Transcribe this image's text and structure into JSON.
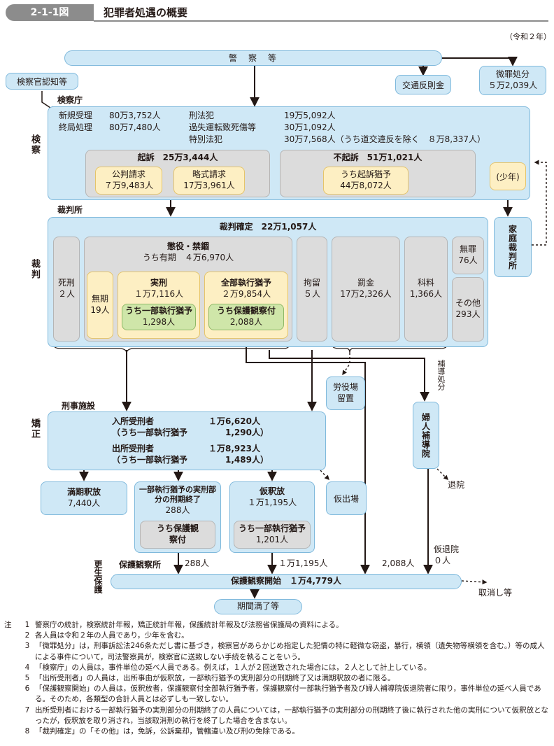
{
  "header": {
    "figure_no": "2-1-1図",
    "title": "犯罪者処遇の概要"
  },
  "era_note": "（令和２年）",
  "police": {
    "label": "警　察　等"
  },
  "traffic": {
    "label": "交通反則金"
  },
  "minor": {
    "title": "微罪処分",
    "value": "５万2,039人"
  },
  "prosecutor_recognition": {
    "label": "検察官認知等"
  },
  "prosecution": {
    "office_label": "検察庁",
    "side_label": "検察",
    "new_label": "新規受理",
    "new_value": "80万3,752人",
    "final_label": "終局処理",
    "final_value": "80万7,480人",
    "penal_label": "刑法犯",
    "penal_value": "19万5,092人",
    "negligent_label": "過失運転致死傷等",
    "negligent_value": "30万1,092人",
    "special_label": "特別法犯",
    "special_value": "30万7,568人（うち道交違反を除く　８万8,337人）",
    "indictment_label": "起訴　25万3,444人",
    "public_trial_label": "公判請求",
    "public_trial_value": "７万9,483人",
    "summary_label": "略式請求",
    "summary_value": "17万3,961人",
    "non_indict_label": "不起訴　51万1,021人",
    "suspension_label": "うち起訴猶予",
    "suspension_value": "44万8,072人",
    "juvenile_label": "(少年)"
  },
  "family_court": {
    "label": "家庭裁判所"
  },
  "court": {
    "court_label": "裁判所",
    "side_label": "裁判",
    "final_label": "裁判確定　22万1,057人",
    "death_label": "死刑",
    "death_value": "２人",
    "imprison_label": "懲役・禁錮",
    "fixed_term_label": "うち有期　４万6,970人",
    "life_label": "無期",
    "life_value": "19人",
    "actual_label": "実刑",
    "actual_value": "１万7,116人",
    "partial_label": "うち一部執行猶予",
    "partial_value": "1,298人",
    "full_susp_label": "全部執行猶予",
    "full_susp_value": "２万9,854人",
    "prob_label": "うち保護観察付",
    "prob_value": "2,088人",
    "detention_label": "拘留",
    "detention_value": "５人",
    "fine_label": "罰金",
    "fine_value": "17万2,326人",
    "petty_fine_label": "科料",
    "petty_fine_value": "1,366人",
    "acquit_label": "無罪",
    "acquit_value": "76人",
    "other_label": "その他",
    "other_value": "293人"
  },
  "workhouse": {
    "label": "労役場留置"
  },
  "womens_guidance": {
    "side_label": "補導処分",
    "label": "婦人補導院",
    "exit_label": "退院",
    "parole_label": "仮退院",
    "parole_value": "０人"
  },
  "correction": {
    "facility_label": "刑事施設",
    "side_label": "矯正",
    "in_label": "入所受刑者",
    "in_value": "１万6,620人",
    "in_partial_label": "（うち一部執行猶予",
    "in_partial_value": "1,290人）",
    "out_label": "出所受刑者",
    "out_value": "１万8,923人",
    "out_partial_label": "（うち一部執行猶予",
    "out_partial_value": "1,489人）"
  },
  "release": {
    "full_term_label": "満期釈放",
    "full_term_value": "7,440人",
    "partial_end_label": "一部執行猶予の実刑部分の刑期終了",
    "partial_end_value": "288人",
    "partial_prob_label": "うち保護観察付",
    "parole_label": "仮釈放",
    "parole_value": "１万1,195人",
    "parole_partial_label": "うち一部執行猶予",
    "parole_partial_value": "1,201人",
    "temp_out_label": "仮出場"
  },
  "probation": {
    "side_label": "更生保護",
    "office_label": "保護観察所",
    "flow_288": "288人",
    "flow_11195": "１万1,195人",
    "flow_2088": "2,088人",
    "start_label": "保護観察開始　１万4,779人",
    "expiry_label": "期間満了等",
    "revoke_label": "取消し等"
  },
  "notes": {
    "head": "注",
    "items": [
      {
        "num": "1",
        "text": "警察庁の統計，検察統計年報，矯正統計年報，保護統計年報及び法務省保護局の資料による。"
      },
      {
        "num": "2",
        "text": "各人員は令和２年の人員であり，少年を含む。"
      },
      {
        "num": "3",
        "text": "「微罪処分」は，刑事訴訟法246条ただし書に基づき，検察官があらかじめ指定した犯情の特に軽微な窃盗，暴行，横領（遺失物等横領を含む。）等の成人による事件について，司法警察員が，検察官に送致しない手続を執ることをいう。"
      },
      {
        "num": "4",
        "text": "「検察庁」の人員は，事件単位の延べ人員である。例えば，１人が２回送致された場合には，２人として計上している。"
      },
      {
        "num": "5",
        "text": "「出所受刑者」の人員は，出所事由が仮釈放，一部執行猶予の実刑部分の刑期終了又は満期釈放の者に限る。"
      },
      {
        "num": "6",
        "text": "「保護観察開始」の人員は，仮釈放者，保護観察付全部執行猶予者，保護観察付一部執行猶予者及び婦人補導院仮退院者に限り，事件単位の延べ人員である。そのため，各類型の合計人員とは必ずしも一致しない。"
      },
      {
        "num": "7",
        "text": "出所受刑者における一部執行猶予の実刑部分の刑期終了の人員については，一部執行猶予の実刑部分の刑期終了後に執行された他の実刑について仮釈放となったが，仮釈放を取り消され，当該取消刑の執行を終了した場合を含まない。"
      },
      {
        "num": "8",
        "text": "「裁判確定」の「その他」は，免訴，公訴棄却，管轄違い及び刑の免除である。"
      }
    ]
  }
}
